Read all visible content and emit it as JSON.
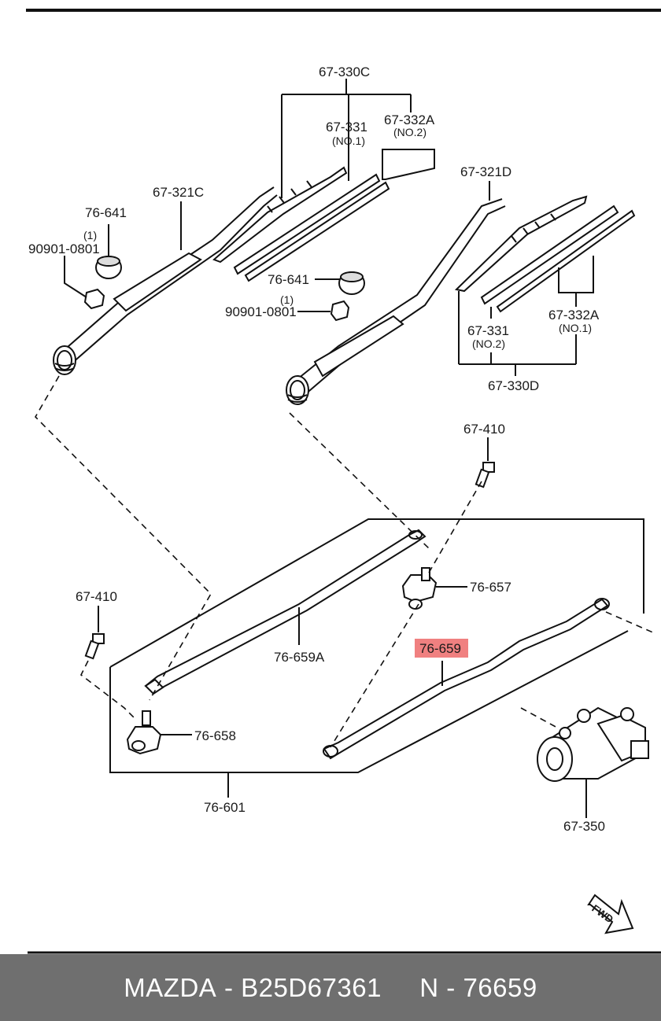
{
  "diagram": {
    "labels": {
      "wiper_blade_set_left": "67-330C",
      "blade_rubber_left": "67-331",
      "blade_rubber_left_no": "(NO.1)",
      "blade_insert_left": "67-332A",
      "blade_insert_left_no": "(NO.2)",
      "wiper_arm_left": "67-321C",
      "cap_left": "76-641",
      "cap_left_qty": "(1)",
      "nut_left": "90901-0801",
      "wiper_arm_right": "67-321D",
      "cap_right": "76-641",
      "cap_right_qty": "(1)",
      "nut_right": "90901-0801",
      "blade_rubber_right": "67-331",
      "blade_rubber_right_no": "(NO.2)",
      "blade_insert_right": "67-332A",
      "blade_insert_right_no": "(NO.1)",
      "wiper_blade_set_right": "67-330D",
      "bolt_upper": "67-410",
      "pivot_right": "76-657",
      "link_rod_a": "76-659A",
      "link_rod_highlighted": "76-659",
      "bolt_left": "67-410",
      "pivot_left": "76-658",
      "linkage_assembly": "76-601",
      "wiper_motor": "67-350",
      "direction": "FWD"
    },
    "highlight_color": "#f08080"
  },
  "footer": {
    "brand": "MAZDA",
    "part_number": "B25D67361",
    "ref": "N - 76659"
  }
}
